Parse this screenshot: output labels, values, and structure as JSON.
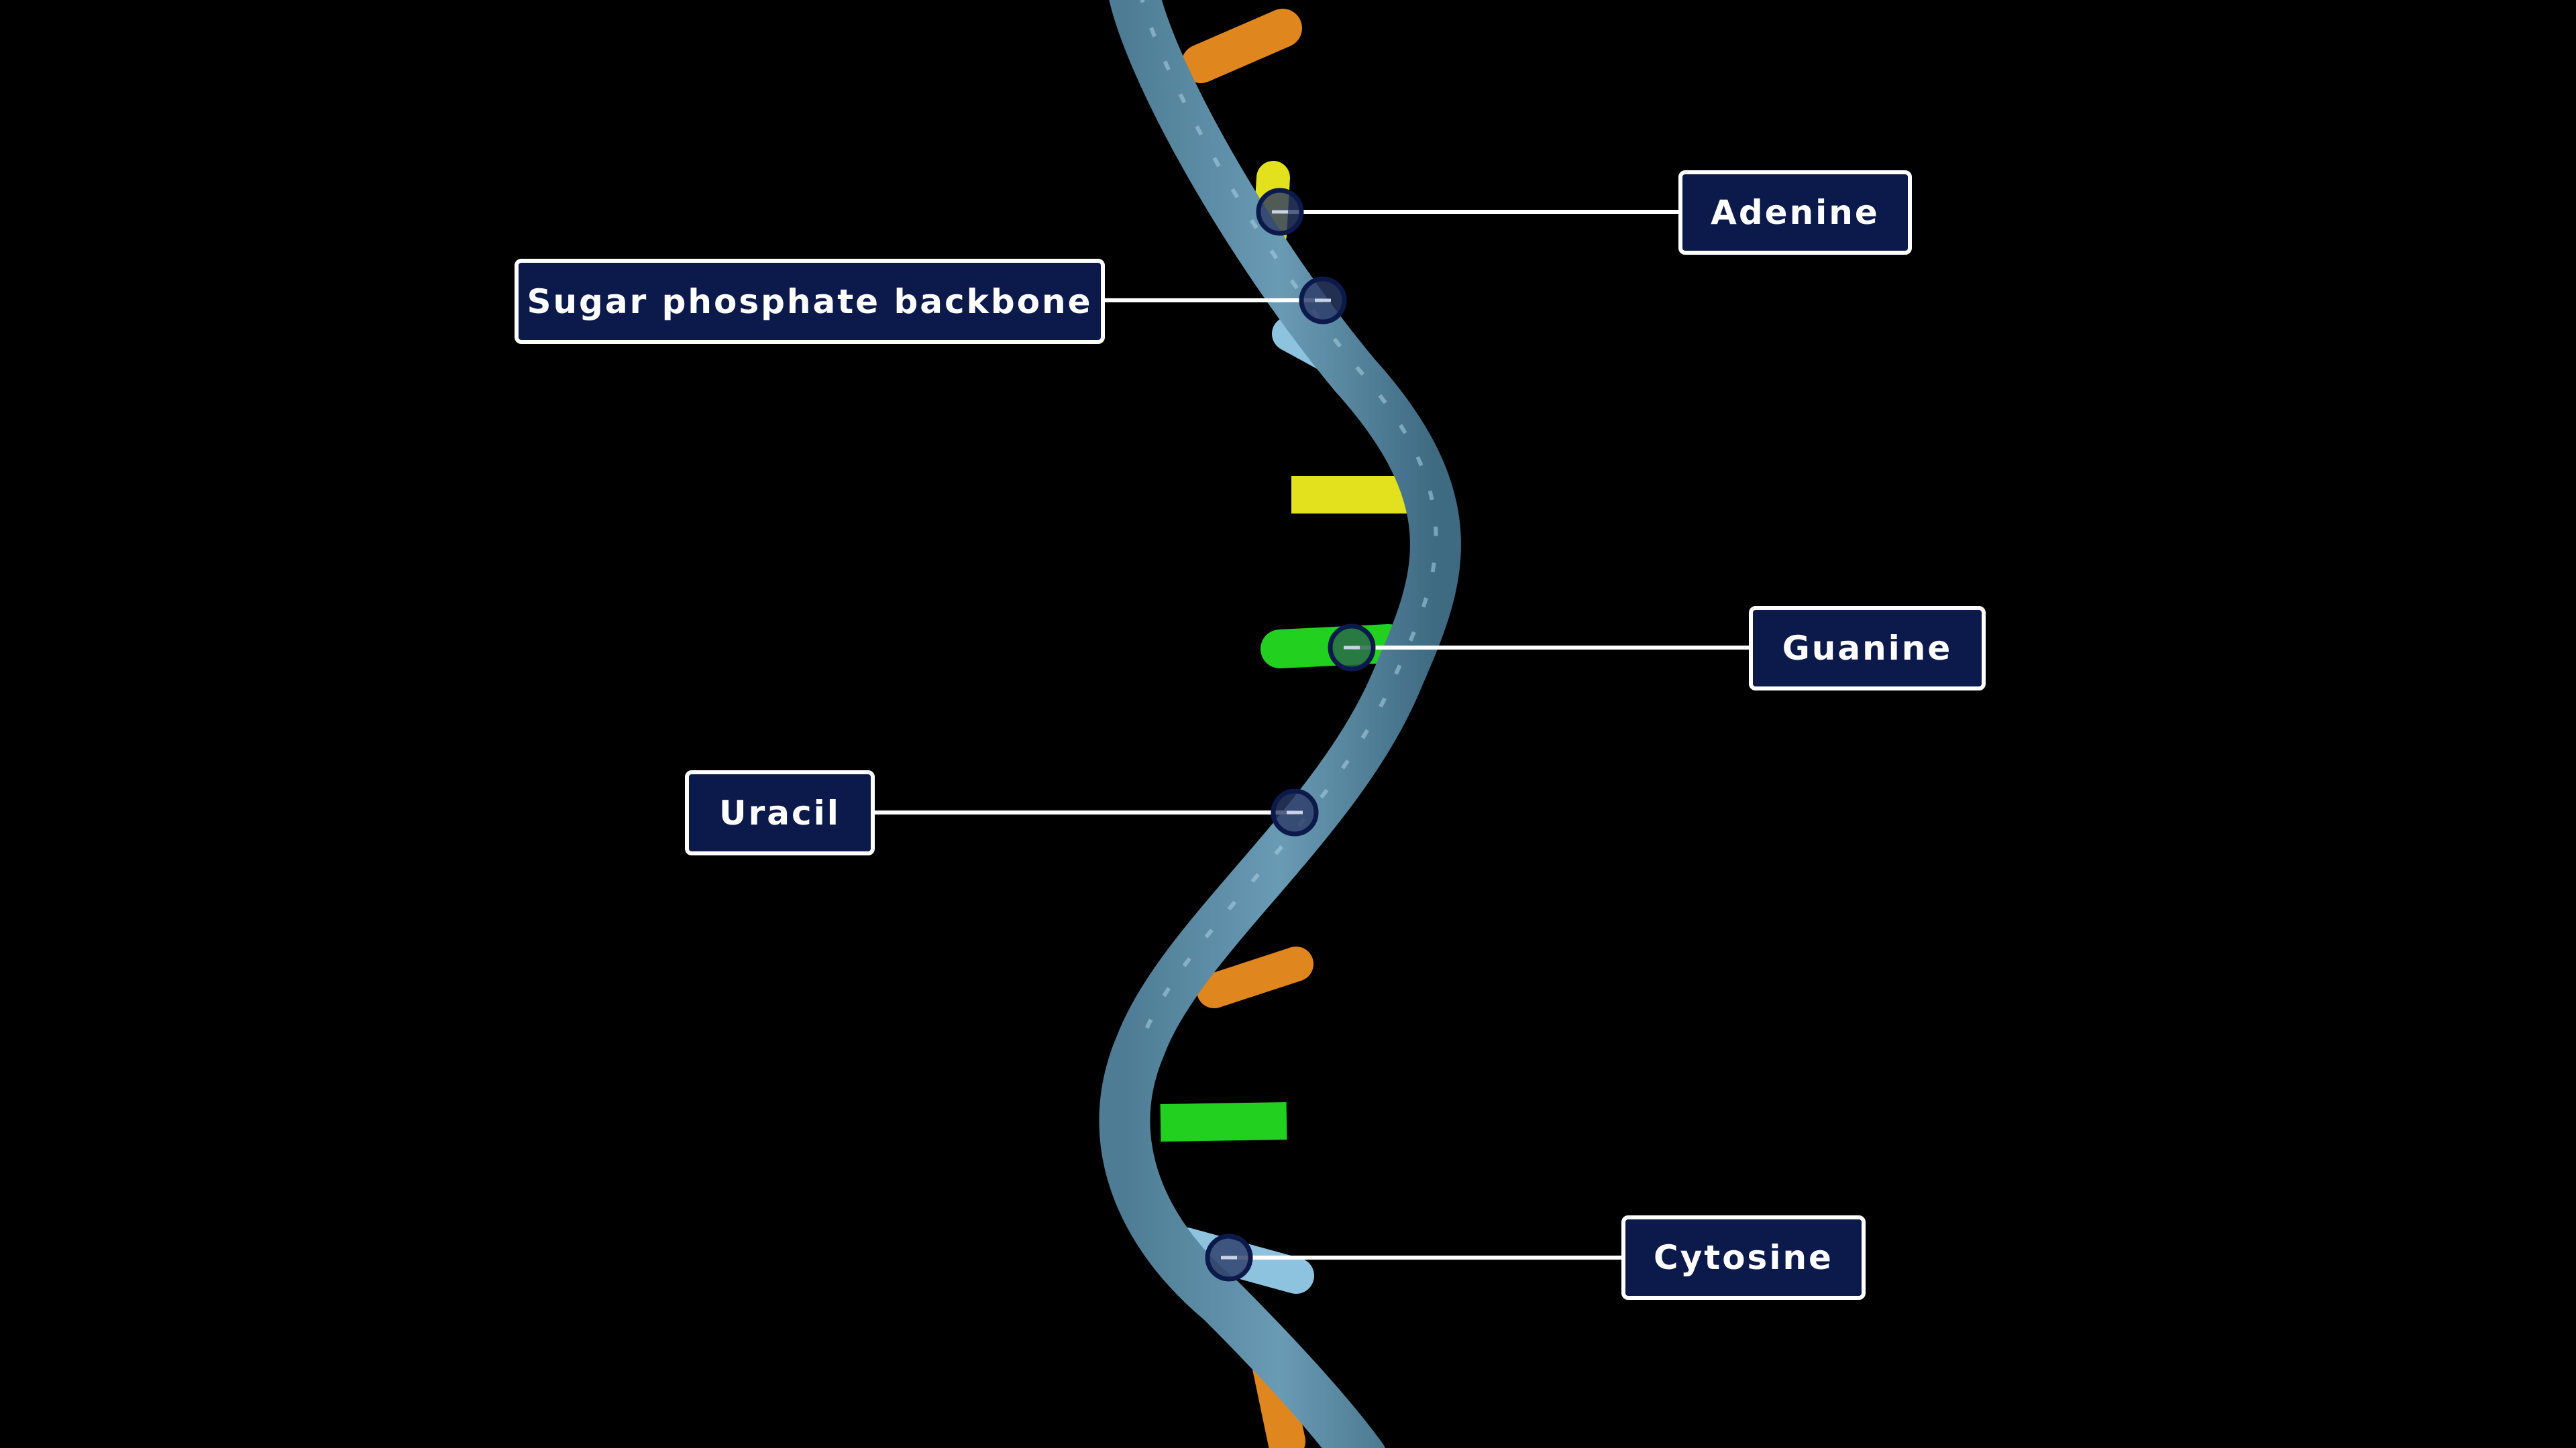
{
  "labels": {
    "adenine": "Adenine",
    "backbone": "Sugar phosphate backbone",
    "guanine": "Guanine",
    "uracil": "Uracil",
    "cytosine": "Cytosine"
  },
  "colors": {
    "background": "#000000",
    "backbone": "#5f8fa8",
    "adenine_base": "#e3e11d",
    "guanine_base": "#22d01f",
    "uracil_base": "#e0861f",
    "cytosine_base": "#8ec3e0",
    "label_fill": "#0b1a4a",
    "label_border": "#ffffff",
    "leader_line": "#ffffff",
    "marker_fill": "#2a3a66",
    "marker_ring": "#0b1a4a"
  }
}
